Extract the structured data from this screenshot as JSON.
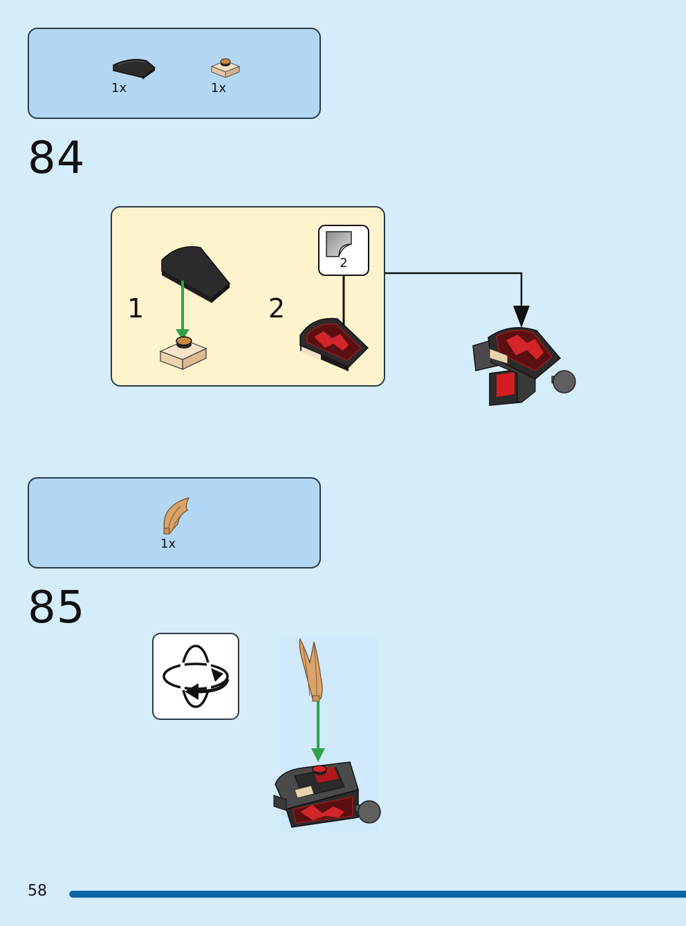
{
  "step84": {
    "number": "84",
    "parts": [
      {
        "icon": "curved-slope-black-icon",
        "qty": "1x"
      },
      {
        "icon": "plate-1x1-tan-round-icon",
        "qty": "1x"
      }
    ],
    "substeps": [
      "1",
      "2"
    ],
    "sticker": {
      "number": "2"
    }
  },
  "step85": {
    "number": "85",
    "parts": [
      {
        "icon": "feather-plume-tan-icon",
        "qty": "1x"
      }
    ],
    "rotate_icon": "rotate-model-icon"
  },
  "footer": {
    "page_number": "58"
  },
  "colors": {
    "background": "#d5ecfa",
    "parts_box": "#b3d6f2",
    "substep_box": "#fdf3cd",
    "assembly_arrow": "#2fa24a",
    "page_bar": "#0d64a8"
  }
}
